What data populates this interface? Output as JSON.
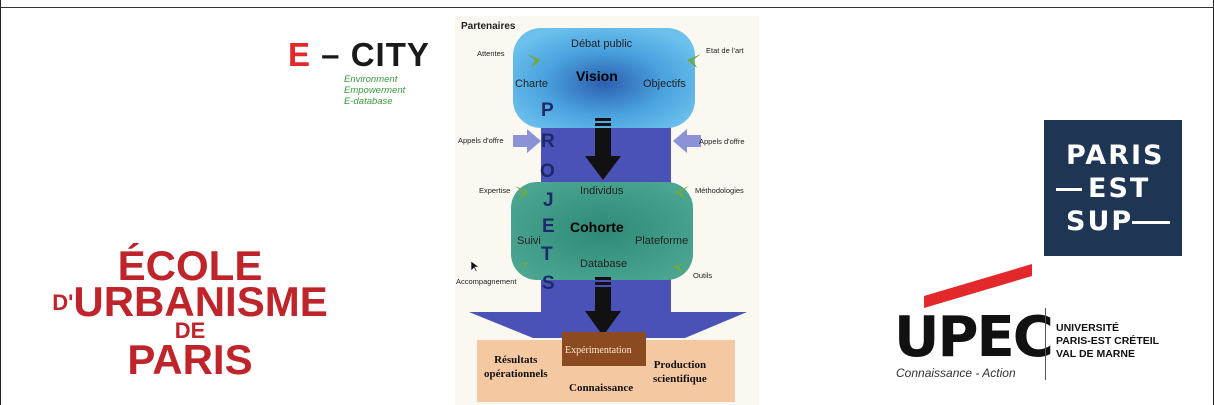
{
  "ecity": {
    "e": "E",
    "dash": " – ",
    "city": "CITY",
    "subtitle": [
      "Environment",
      "Empowerment",
      "E-database"
    ]
  },
  "ecole": {
    "line1": "ÉCOLE",
    "line2_prefix": "D'",
    "line2_main": "URBANISME",
    "line3": "DE",
    "line4": "PARIS"
  },
  "paris_est_sup": {
    "line1": "PARIS",
    "line2": "EST",
    "line3": "SUP"
  },
  "upec": {
    "word": "UPEC",
    "tagline": "Connaissance - Action",
    "university_lines": [
      "UNIVERSITÉ",
      "PARIS-EST CRÉTEIL",
      "VAL DE MARNE"
    ]
  },
  "diagram": {
    "partenaires": "Partenaires",
    "vision": {
      "title": "Vision",
      "top": "Débat public",
      "left": "Charte",
      "right": "Objectifs"
    },
    "cohorte": {
      "title": "Cohorte",
      "top": "Individus",
      "left": "Suivi",
      "right": "Plateforme",
      "bottom": "Database"
    },
    "side_labels": {
      "attentes": "Attentes",
      "etat_art": "Etat de l'art",
      "appels_left": "Appels d'offre",
      "appels_right": "Appels d'offre",
      "expertise": "Expertise",
      "methodologies": "Méthodologies",
      "accompagnement": "Accompagnement",
      "outils": "Outils"
    },
    "projets_letters": [
      "P",
      "R",
      "O",
      "J",
      "E",
      "T",
      "S"
    ],
    "experimentation": "Expérimentation",
    "bottom": {
      "resultats": [
        "Résultats",
        "opérationnels"
      ],
      "production": [
        "Production",
        "scientifique"
      ],
      "connaissance": "Connaissance"
    },
    "colors": {
      "vision_bubble": "#5fb6e6",
      "cohorte_bubble": "#3e9a86",
      "projets_column": "#4a52b8",
      "leaf_arrows": "#6fa84a",
      "appels_arrows": "#8b93d6",
      "experimentation_box": "#8b4a1f",
      "bottom_band": "#f4c9a2"
    }
  }
}
